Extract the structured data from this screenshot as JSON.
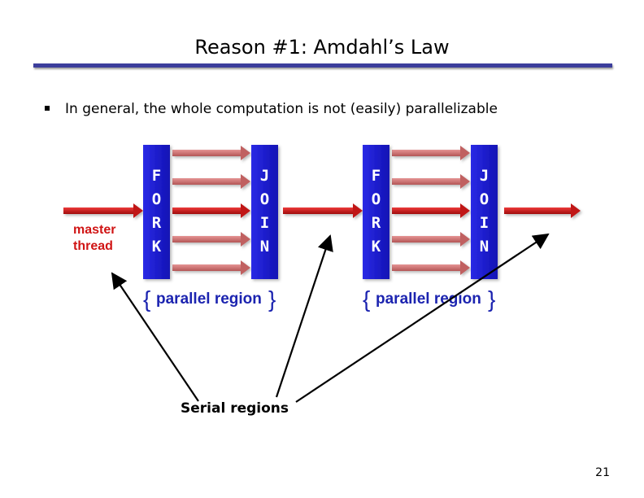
{
  "slide": {
    "title": "Reason #1: Amdahl’s Law",
    "bullet": "In general, the whole computation is not (easily) parallelizable",
    "page_number": "21"
  },
  "diagram": {
    "master_thread_line1": "master",
    "master_thread_line2": "thread",
    "fork_letters": [
      "F",
      "O",
      "R",
      "K"
    ],
    "join_letters": [
      "J",
      "O",
      "I",
      "N"
    ],
    "parallel_region_label": "parallel region",
    "brace_open": "{",
    "brace_close": "}",
    "serial_regions_label": "Serial regions"
  },
  "colors": {
    "title_rule": "#3c3e9c",
    "fork_join_bar": "#1a1ad0",
    "master_arrow": "#cc1111",
    "thread_arrow": "#c86868",
    "label_blue": "#1c24b0",
    "label_red": "#d01414"
  }
}
